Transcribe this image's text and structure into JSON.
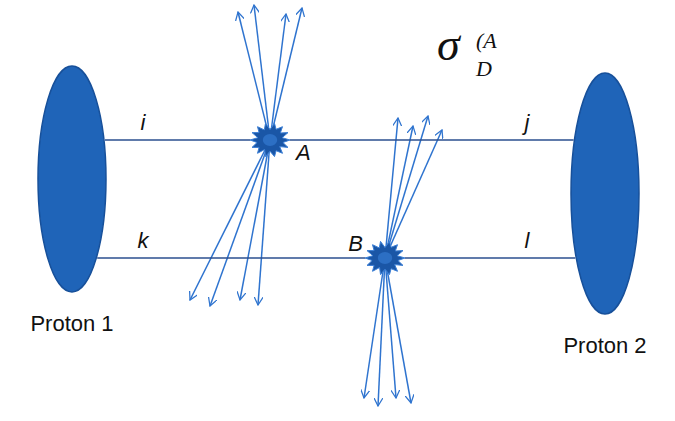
{
  "diagram": {
    "nodes": [
      {
        "text": [
          "Proton 1"
        ]
      },
      {
        "text": [
          "A"
        ]
      },
      {
        "text": [
          "B"
        ]
      },
      {
        "text": [
          "Proton 2"
        ]
      }
    ],
    "edges": [
      {
        "from": 0,
        "to": 1,
        "arrow": "none",
        "label": "i"
      },
      {
        "from": 1,
        "to": 3,
        "arrow": "none",
        "label": "j"
      },
      {
        "from": 0,
        "to": 2,
        "arrow": "none",
        "label": "k"
      },
      {
        "from": 2,
        "to": 3,
        "arrow": "none",
        "label": "l"
      }
    ],
    "labels": [
      "σ",
      "(A",
      "D"
    ]
  }
}
